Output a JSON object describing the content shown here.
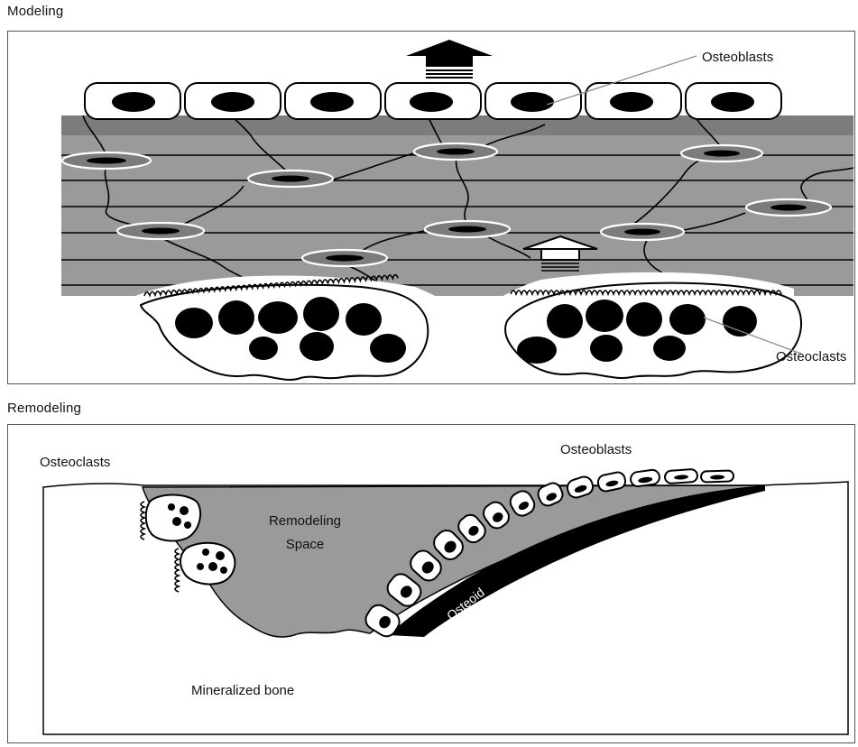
{
  "modeling": {
    "heading": "Modeling",
    "labels": {
      "osteoblasts": "Osteoblasts",
      "osteoclasts": "Osteoclasts"
    }
  },
  "remodeling": {
    "heading": "Remodeling",
    "labels": {
      "osteoclasts": "Osteoclasts",
      "osteoblasts": "Osteoblasts",
      "remodeling_space_line1": "Remodeling",
      "remodeling_space_line2": "Space",
      "osteoid": "Osteoid",
      "mineralized_bone": "Mineralized bone"
    }
  },
  "colors": {
    "bone_gray": "#9a9a9a",
    "bone_top_band": "#7c7c7c",
    "ink": "#000000",
    "cell_fill": "#ffffff"
  }
}
